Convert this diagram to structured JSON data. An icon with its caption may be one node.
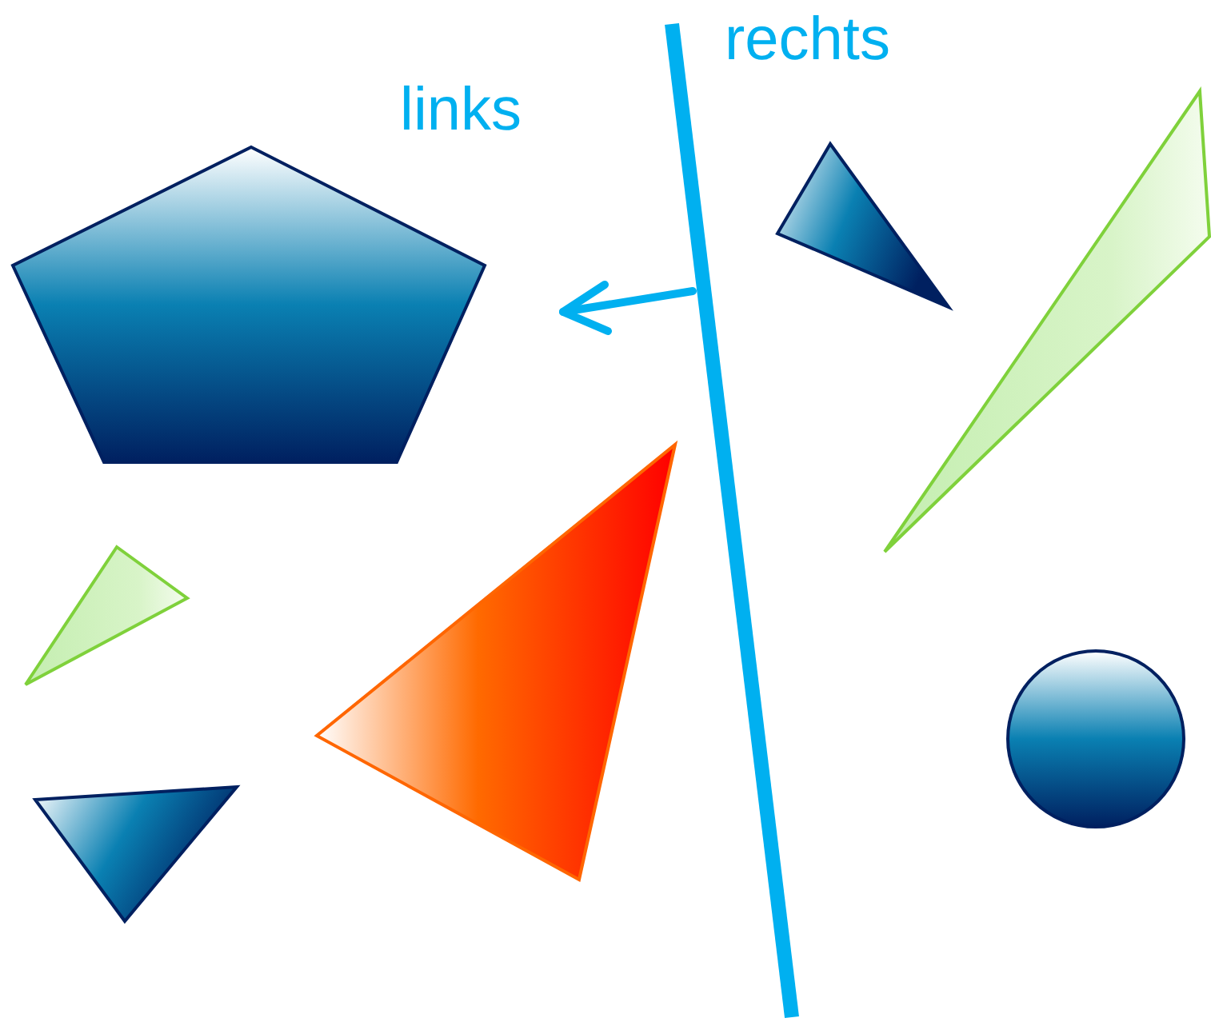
{
  "diagram": {
    "nodes": [
      {
        "text": [],
        "shape": "pentagon"
      },
      {
        "text": [],
        "shape": "triangle"
      },
      {
        "text": [],
        "shape": "triangle"
      },
      {
        "text": [],
        "shape": "triangle"
      },
      {
        "text": [],
        "shape": "triangle"
      },
      {
        "text": [],
        "shape": "circle"
      },
      {
        "text": [],
        "shape": "triangle"
      }
    ],
    "labels": [
      "rechts",
      "links"
    ]
  }
}
